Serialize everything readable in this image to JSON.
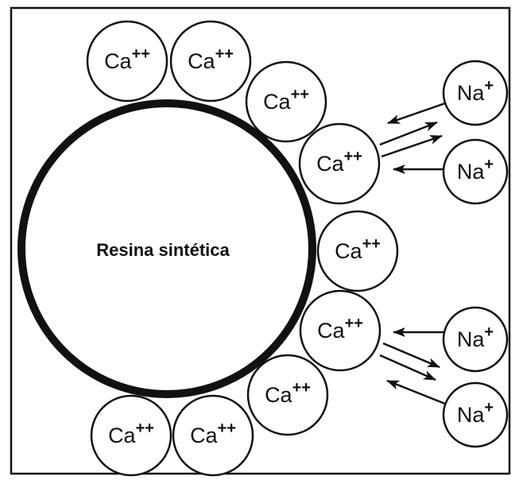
{
  "resin": {
    "label": "Resina sintética"
  },
  "calcium": {
    "symbol": "Ca",
    "charge": "++"
  },
  "sodium": {
    "symbol": "Na",
    "charge": "+"
  },
  "colors": {
    "ink": "#111111",
    "paper": "#ffffff"
  }
}
